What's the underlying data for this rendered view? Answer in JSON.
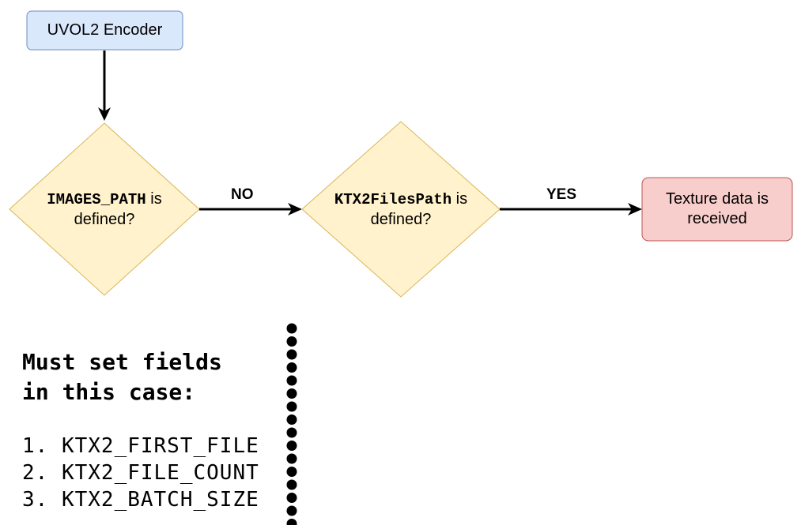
{
  "nodes": {
    "encoder": {
      "label": "UVOL2 Encoder",
      "fill": "#dae8fc",
      "stroke": "#6c8ebf"
    },
    "images_check": {
      "code": "IMAGES_PATH",
      "text_after": " is",
      "line2": "defined?",
      "fill": "#fff2cc",
      "stroke": "#d6b656"
    },
    "ktx2_check": {
      "code": "KTX2FilesPath",
      "text_after": " is",
      "line2": "defined?",
      "fill": "#fff2cc",
      "stroke": "#d6b656"
    },
    "result": {
      "line1": "Texture data is",
      "line2": "received",
      "fill": "#f8cecc",
      "stroke": "#b85450"
    }
  },
  "edges": {
    "no_label": "NO",
    "yes_label": "YES"
  },
  "note": {
    "title_line1": "Must set fields",
    "title_line2": "in this case:",
    "items": [
      "1. KTX2_FIRST_FILE",
      "2. KTX2_FILE_COUNT",
      "3. KTX2_BATCH_SIZE"
    ]
  }
}
